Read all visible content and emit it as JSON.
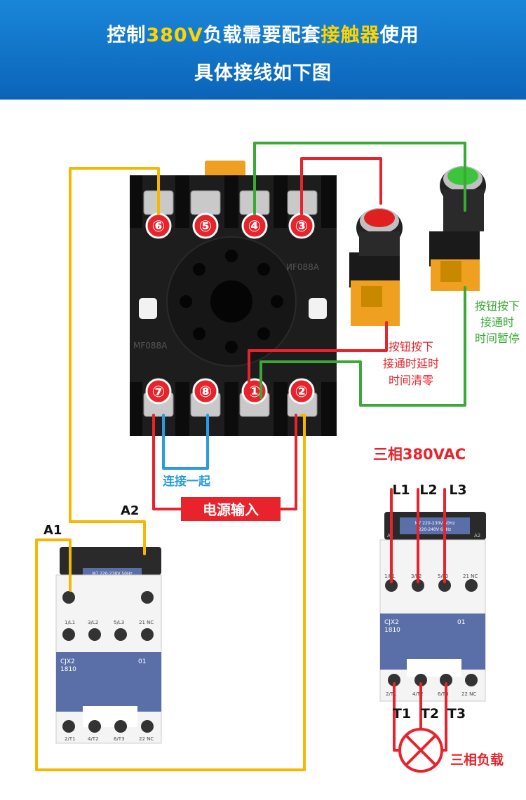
{
  "header": {
    "line1_prefix": "控制",
    "line1_voltage": "380V",
    "line1_middle": "负载需要配套",
    "line1_device": "接触器",
    "line1_suffix": "使用",
    "line2": "具体接线如下图"
  },
  "relay_socket": {
    "terminals_top": [
      "⑥",
      "⑤",
      "④",
      "③"
    ],
    "terminals_bottom": [
      "⑦",
      "⑧",
      "①",
      "②"
    ],
    "body_text": "MF088A",
    "side_text": "ИF088A"
  },
  "labels": {
    "red_button": [
      "按钮按下",
      "接通时延时",
      "时间清零"
    ],
    "green_button": [
      "按钮按下",
      "接通时",
      "时间暂停"
    ],
    "jumper": "连接一起",
    "power_input": "电源输入",
    "a1": "A1",
    "a2": "A2",
    "three_phase": "三相380VAC",
    "l1": "L1",
    "l2": "L2",
    "l3": "L3",
    "t1": "T1",
    "t2": "T2",
    "t3": "T3",
    "load": "三相负载"
  },
  "contactor": {
    "model_line1": "CJX2",
    "model_line2": "1810",
    "aux": "01",
    "top_terminals": [
      "1/L1",
      "3/L2",
      "5/L3",
      "21 NC"
    ],
    "bottom_terminals": [
      "2/T1",
      "4/T2",
      "6/T3",
      "22 NC"
    ],
    "coil_label_1": "M7 220-230V 50Hz",
    "coil_label_2": "220-240V 60Hz",
    "coil_a1": "A1",
    "coil_a2": "A2"
  },
  "colors": {
    "banner": "#0b64b8",
    "highlight": "#ffd400",
    "wire_yellow": "#f5b800",
    "wire_red": "#e8232b",
    "wire_green": "#3aa935",
    "wire_blue": "#2a9be0",
    "label_red": "#e8232b",
    "label_green": "#3aa935"
  }
}
